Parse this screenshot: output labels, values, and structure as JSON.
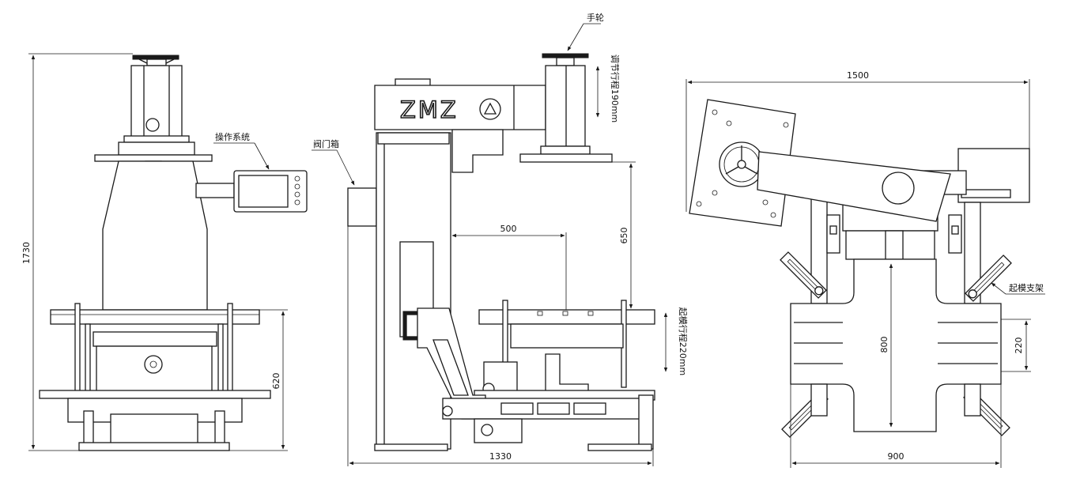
{
  "labels": {
    "handwheel": "手轮",
    "operating_system": "操作系统",
    "valve_box": "阀门箱",
    "adjust_stroke": "调节行程190mm",
    "lift_stroke": "起模行程220mm",
    "lift_bracket": "起模支架",
    "brand_logo": "ZMZ"
  },
  "dimensions": {
    "front_height": "1730",
    "front_base_height": "620",
    "side_length": "1330",
    "side_reach": "500",
    "side_clearance": "650",
    "top_width": "1500",
    "top_depth": "900",
    "top_span": "800",
    "top_pad": "220"
  }
}
